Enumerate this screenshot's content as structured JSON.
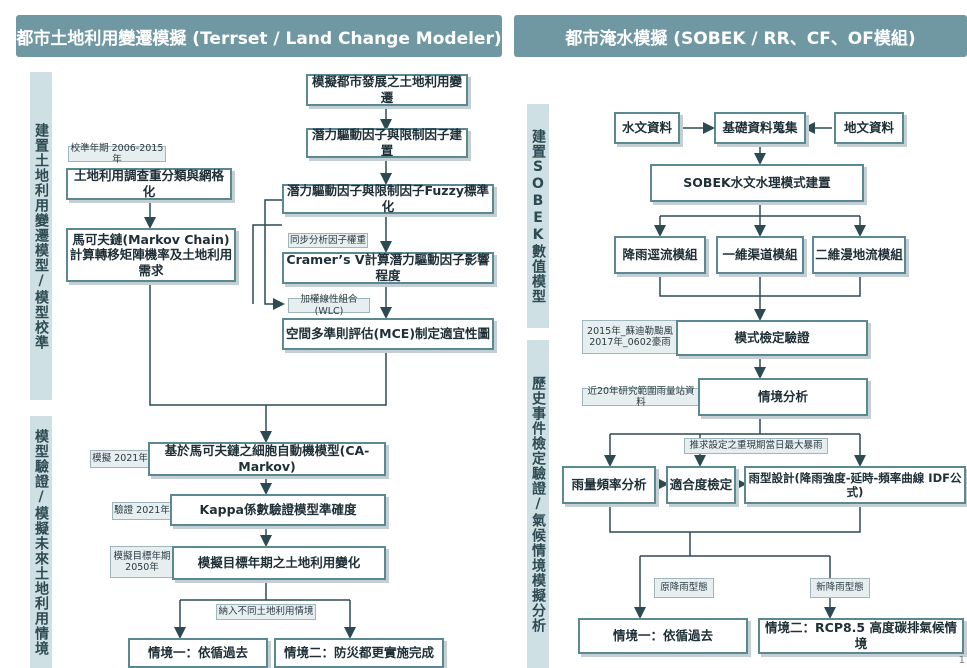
{
  "left": {
    "header": "都市土地利用變遷模擬 (Terrset / Land Change Modeler)",
    "side_top": "建置土地利用變遷模型/模型校準",
    "side_bottom": "模型驗證/模擬未來土地利用情境",
    "boxes": {
      "b1": "模擬都市發展之土地利用變遷",
      "b2": "潛力驅動因子與限制因子建置",
      "b3": "潛力驅動因子與限制因子Fuzzy標準化",
      "b4": "Cramer’s V計算潛力驅動因子影響程度",
      "b5": "空間多準則評估(MCE)制定適宜性圖",
      "b6": "土地利用調查重分類與網格化",
      "b7": "馬可夫鏈(Markov Chain)計算轉移矩陣機率及土地利用需求",
      "b8": "基於馬可夫鏈之細胞自動機模型(CA-Markov)",
      "b9": "Kappa係數驗證模型準確度",
      "b10": "模擬目標年期之土地利用變化",
      "b11": "情境一：依循過去",
      "b12": "情境二：防災都更實施完成"
    },
    "tags": {
      "t1": "校準年期 2006-2015年",
      "t2": "同步分析因子權重",
      "t3": "加權線性組合(WLC)",
      "t4": "模擬 2021年",
      "t5": "驗證 2021年",
      "t6": "模擬目標年期 2050年",
      "t7": "納入不同土地利用情境"
    }
  },
  "right": {
    "header": "都市淹水模擬 (SOBEK / RR、CF、OF模組)",
    "side_top": "建置SOBEK數值模型",
    "side_bottom": "歷史事件檢定驗證/氣候情境模擬分析",
    "boxes": {
      "r1": "水文資料",
      "r2": "基礎資料蒐集",
      "r3": "地文資料",
      "r4": "SOBEK水文水理模式建置",
      "r5": "降雨逕流模組",
      "r6": "一維渠道模組",
      "r7": "二維漫地流模組",
      "r8": "模式檢定驗證",
      "r9": "情境分析",
      "r10": "雨量頻率分析",
      "r11": "適合度檢定",
      "r12": "雨型設計(降雨強度-延時-頻率曲線 IDF公式)",
      "r13": "情境一：依循過去",
      "r14": "情境二：RCP8.5 高度碳排氣候情境"
    },
    "tags": {
      "s1": "2015年_蘇迪勒颱風 2017年_0602豪雨",
      "s2": "近20年研究範圍雨量站資料",
      "s3": "推求設定之重現期當日最大暴雨",
      "s4": "原降雨型態",
      "s5": "新降雨型態"
    }
  },
  "page_number": "1"
}
